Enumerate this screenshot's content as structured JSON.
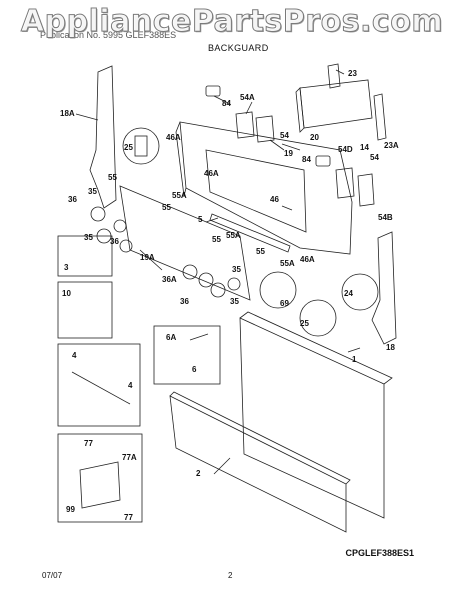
{
  "watermark": "AppliancePartsPros.com",
  "header": "Publication No. 5995   GLEF388ES",
  "section_title": "BACKGUARD",
  "diagram_code": "CPGLEF388ES1",
  "footer": {
    "date": "07/07",
    "page": "2"
  },
  "callouts": {
    "c23": "23",
    "c18A": "18A",
    "c84a": "84",
    "c54Aa": "54A",
    "c20": "20",
    "c46Aa": "46A",
    "c25a": "25",
    "c54a": "54",
    "c23A": "23A",
    "c14": "14",
    "c19": "19",
    "c84b": "84",
    "c54D": "54D",
    "c54b": "54",
    "c55a": "55",
    "c35a": "35",
    "c55Aa": "55A",
    "c46Ab": "46A",
    "c36a": "36",
    "c55b": "55",
    "c5": "5",
    "c46": "46",
    "c54B": "54B",
    "c35b": "35",
    "c36b": "36",
    "c55Ab": "55A",
    "c55c": "55",
    "c3": "3",
    "c19A": "19A",
    "c55d": "55",
    "c55Ac": "55A",
    "c46Ac": "46A",
    "c36Ab": "36A",
    "c35c": "35",
    "c69": "69",
    "c24": "24",
    "c10": "10",
    "c36c": "36",
    "c35d": "35",
    "c25b": "25",
    "c18": "18",
    "c6A": "6A",
    "c4a": "4",
    "c6": "6",
    "c1": "1",
    "c4b": "4",
    "c77a": "77",
    "c77A": "77A",
    "c2": "2",
    "c99": "99",
    "c77b": "77"
  }
}
